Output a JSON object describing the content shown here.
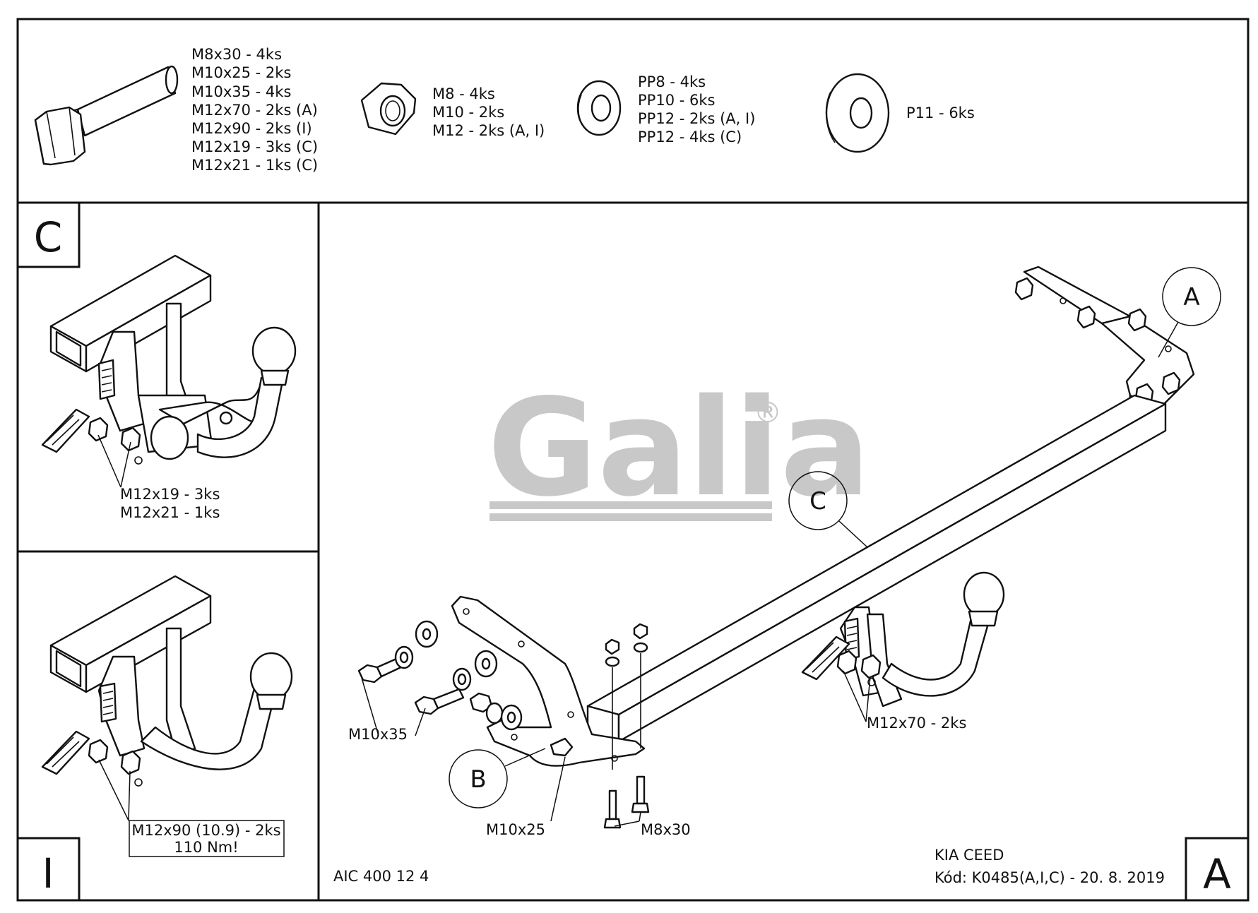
{
  "bolts": [
    "M8x30 - 4ks",
    "M10x25 - 2ks",
    "M10x35 - 4ks",
    "M12x70 - 2ks (A)",
    "M12x90 - 2ks (I)",
    "M12x19 - 3ks (C)",
    "M12x21 - 1ks (C)"
  ],
  "nuts": [
    "M8 - 4ks",
    "M10 - 2ks",
    "M12 - 2ks (A, I)"
  ],
  "spring_washers": [
    "PP8 - 4ks",
    "PP10 - 6ks",
    "PP12 - 2ks (A, I)",
    "PP12 - 4ks (C)"
  ],
  "flat_washers": [
    "P11 - 6ks"
  ],
  "panel_c": {
    "letter": "C",
    "callouts": [
      "M12x19 - 3ks",
      "M12x21 - 1ks"
    ]
  },
  "panel_i": {
    "letter": "I",
    "callouts": [
      "M12x90 (10.9) - 2ks",
      "110 Nm!"
    ]
  },
  "logo": {
    "text": "Galia",
    "mark": "®"
  },
  "main": {
    "circle_a": "A",
    "circle_b": "B",
    "circle_c": "C",
    "m10x35": "M10x35",
    "m10x25": "M10x25",
    "m8x30": "M8x30",
    "m12x70": "M12x70 - 2ks"
  },
  "footer": {
    "code": "AIC 400 12 4",
    "vehicle": "KIA CEED",
    "kod": "Kód: K0485(A,I,C) - 20. 8. 2019"
  },
  "corner_letter": "A"
}
